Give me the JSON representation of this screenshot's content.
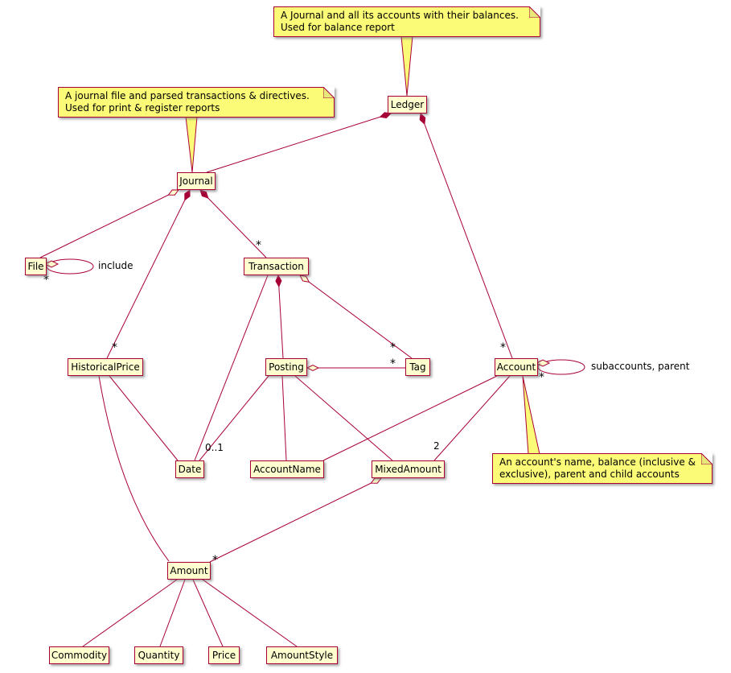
{
  "diagram": {
    "type": "uml-class-diagram"
  },
  "notes": {
    "ledger": {
      "lines": [
        "A Journal and all its accounts with their balances.",
        "Used for balance report"
      ]
    },
    "journal": {
      "lines": [
        "A journal file and parsed transactions & directives.",
        "Used for print & register reports"
      ]
    },
    "account": {
      "lines": [
        "An account's name, balance (inclusive &",
        "exclusive), parent and child accounts"
      ]
    }
  },
  "classes": {
    "ledger": "Ledger",
    "journal": "Journal",
    "file": "File",
    "transaction": "Transaction",
    "historicalprice": "HistoricalPrice",
    "posting": "Posting",
    "tag": "Tag",
    "account": "Account",
    "date": "Date",
    "accountname": "AccountName",
    "mixedamount": "MixedAmount",
    "amount": "Amount",
    "commodity": "Commodity",
    "quantity": "Quantity",
    "price": "Price",
    "amountstyle": "AmountStyle"
  },
  "edge_labels": {
    "include": "include",
    "subaccounts_parent": "subaccounts, parent",
    "many": "*",
    "zero_or_one": "0..1",
    "two": "2"
  },
  "relationships": [
    {
      "from": "Ledger",
      "to": "Journal",
      "type": "composition"
    },
    {
      "from": "Ledger",
      "to": "Account",
      "type": "composition",
      "to_multiplicity": "*"
    },
    {
      "from": "Journal",
      "to": "File",
      "type": "aggregation"
    },
    {
      "from": "File",
      "to": "File",
      "type": "aggregation",
      "to_multiplicity": "*",
      "label": "include"
    },
    {
      "from": "Journal",
      "to": "Transaction",
      "type": "composition",
      "to_multiplicity": "*"
    },
    {
      "from": "Journal",
      "to": "HistoricalPrice",
      "type": "composition",
      "to_multiplicity": "*"
    },
    {
      "from": "Transaction",
      "to": "Posting",
      "type": "composition"
    },
    {
      "from": "Transaction",
      "to": "Tag",
      "type": "aggregation",
      "to_multiplicity": "*"
    },
    {
      "from": "Transaction",
      "to": "Date",
      "type": "association"
    },
    {
      "from": "Posting",
      "to": "Tag",
      "type": "aggregation",
      "to_multiplicity": "*"
    },
    {
      "from": "Posting",
      "to": "Date",
      "type": "association",
      "to_multiplicity": "0..1"
    },
    {
      "from": "Posting",
      "to": "AccountName",
      "type": "association"
    },
    {
      "from": "Posting",
      "to": "MixedAmount",
      "type": "association"
    },
    {
      "from": "Account",
      "to": "Account",
      "type": "aggregation",
      "to_multiplicity": "*",
      "label": "subaccounts, parent"
    },
    {
      "from": "Account",
      "to": "AccountName",
      "type": "association"
    },
    {
      "from": "Account",
      "to": "MixedAmount",
      "type": "association",
      "to_multiplicity": "2"
    },
    {
      "from": "MixedAmount",
      "to": "Amount",
      "type": "aggregation",
      "to_multiplicity": "*"
    },
    {
      "from": "HistoricalPrice",
      "to": "Date",
      "type": "association"
    },
    {
      "from": "HistoricalPrice",
      "to": "Amount",
      "type": "association"
    },
    {
      "from": "Amount",
      "to": "Commodity",
      "type": "association"
    },
    {
      "from": "Amount",
      "to": "Quantity",
      "type": "association"
    },
    {
      "from": "Amount",
      "to": "Price",
      "type": "association"
    },
    {
      "from": "Amount",
      "to": "AmountStyle",
      "type": "association"
    }
  ],
  "colors": {
    "node_fill": "#FEFECE",
    "node_border": "#A80036",
    "note_fill": "#FBFB77",
    "edge": "#A80036"
  }
}
